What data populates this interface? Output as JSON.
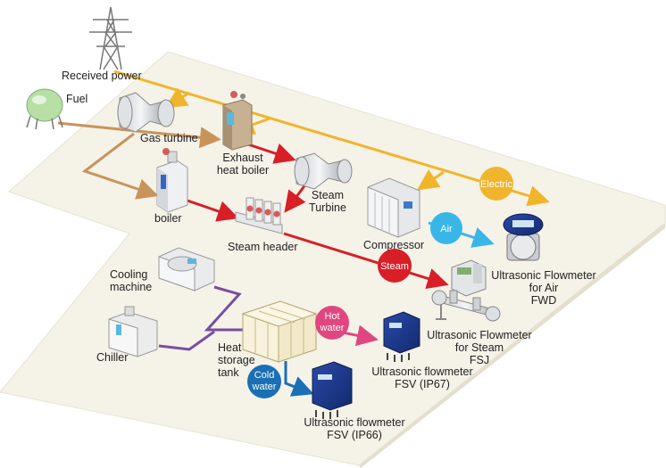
{
  "labels": {
    "received_power": "Received power",
    "fuel": "Fuel",
    "gas_turbine": "Gas turbine",
    "exhaust_heat_boiler_1": "Exhaust",
    "exhaust_heat_boiler_2": "heat boiler",
    "steam_turbine_1": "Steam",
    "steam_turbine_2": "Turbine",
    "boiler": "boiler",
    "steam_header": "Steam header",
    "compressor": "Compressor",
    "cooling_machine_1": "Cooling",
    "cooling_machine_2": "machine",
    "chiller": "Chiller",
    "heat_storage_1": "Heat",
    "heat_storage_2": "storage",
    "heat_storage_3": "tank",
    "flow_air_1": "Ultrasonic Flowmeter",
    "flow_air_2": "for Air",
    "flow_air_3": "FWD",
    "flow_steam_1": "Ultrasonic Flowmeter",
    "flow_steam_2": "for Steam",
    "flow_steam_3": "FSJ",
    "fsv67_1": "Ultrasonic flowmeter",
    "fsv67_2": "FSV (IP67)",
    "fsv66_1": "Ultrasonic flowmeter",
    "fsv66_2": "FSV (IP66)"
  },
  "badges": {
    "electric": "Electric",
    "air": "Air",
    "steam": "Steam",
    "hot_1": "Hot",
    "hot_2": "water",
    "cold_1": "Cold",
    "cold_2": "water"
  },
  "colors": {
    "electric": "#f0b52a",
    "fuel": "#c8945a",
    "steam": "#d81e26",
    "air": "#38b6e8",
    "hot_water": "#e0467f",
    "cold_water": "#1a6fb5",
    "chilled": "#7a4d9e",
    "floor": "#f5f2e8"
  }
}
